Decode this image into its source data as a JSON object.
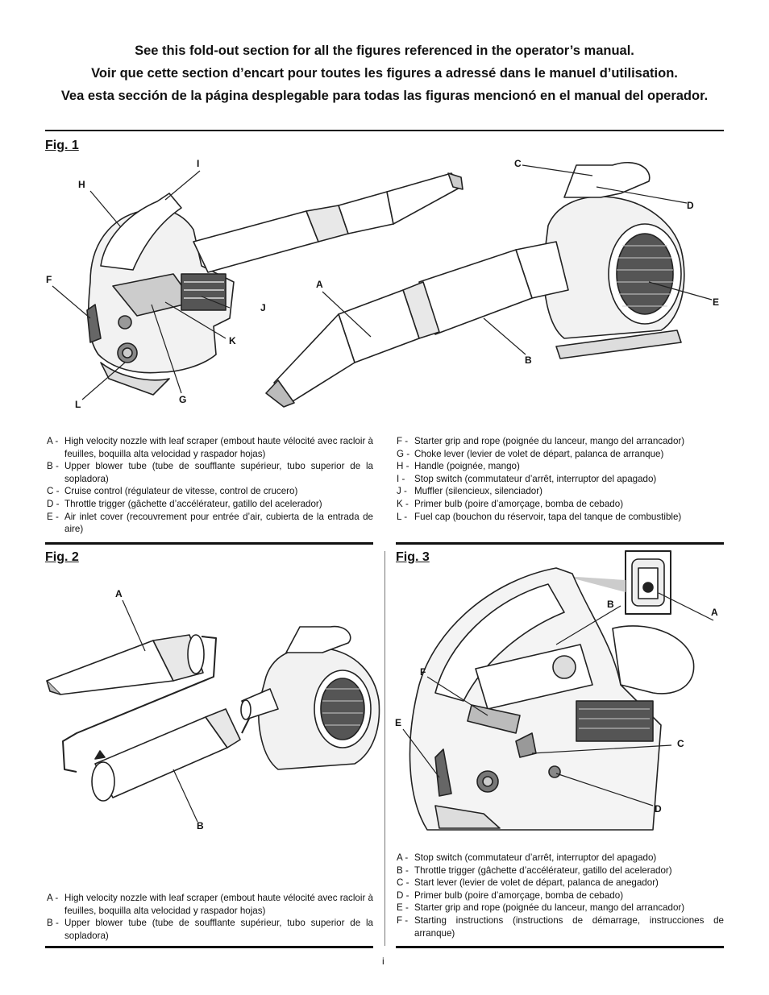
{
  "header": {
    "line_en": "See this fold-out section for all the figures referenced in the operator’s manual.",
    "line_fr": "Voir que cette section d’encart pour toutes les figures a adressé dans le manuel d’utilisation.",
    "line_es": "Vea esta sección de la página desplegable para todas las figuras mencionó en el manual del operador."
  },
  "fig1": {
    "title": "Fig. 1",
    "callouts": [
      "A",
      "B",
      "C",
      "D",
      "E",
      "F",
      "G",
      "H",
      "I",
      "J",
      "K",
      "L"
    ],
    "legend_left": [
      {
        "key": "A -",
        "text": "High velocity nozzle with leaf scraper (embout haute vélocité avec racloir à feuilles, boquilla alta velocidad y raspador hojas)"
      },
      {
        "key": "B -",
        "text": "Upper blower tube (tube de soufflante supérieur, tubo superior de la sopladora)"
      },
      {
        "key": "C -",
        "text": "Cruise control (régulateur de vitesse, control de crucero)"
      },
      {
        "key": "D -",
        "text": "Throttle trigger (gâchette d’accélérateur, gatillo del acelerador)"
      },
      {
        "key": "E -",
        "text": "Air inlet cover (recouvrement pour entrée d’air, cubierta de la entrada de aire)"
      }
    ],
    "legend_right": [
      {
        "key": "F -",
        "text": "Starter grip and rope (poignée du lanceur, mango del arrancador)"
      },
      {
        "key": "G -",
        "text": "Choke lever (levier de volet de départ, palanca de arranque)"
      },
      {
        "key": "H -",
        "text": "Handle (poignée, mango)"
      },
      {
        "key": "I -",
        "text": "Stop switch (commutateur d’arrêt, interruptor del apagado)"
      },
      {
        "key": "J -",
        "text": "Muffler (silencieux, silenciador)"
      },
      {
        "key": "K -",
        "text": "Primer bulb (poire d’amorçage, bomba de cebado)"
      },
      {
        "key": "L -",
        "text": "Fuel cap (bouchon du réservoir, tapa del tanque de combustible)"
      }
    ]
  },
  "fig2": {
    "title": "Fig. 2",
    "callouts": [
      "A",
      "B"
    ],
    "legend": [
      {
        "key": "A -",
        "text": "High velocity nozzle with leaf scraper (embout haute vélocité avec racloir à feuilles, boquilla alta velocidad y raspador hojas)"
      },
      {
        "key": "B -",
        "text": "Upper blower tube (tube de soufflante supérieur, tubo superior de la sopladora)"
      }
    ]
  },
  "fig3": {
    "title": "Fig. 3",
    "callouts": [
      "A",
      "B",
      "C",
      "D",
      "E",
      "F"
    ],
    "legend": [
      {
        "key": "A -",
        "text": "Stop switch (commutateur d’arrêt, interruptor del apagado)"
      },
      {
        "key": "B -",
        "text": "Throttle trigger (gâchette d’accélérateur, gatillo del acelerador)"
      },
      {
        "key": "C -",
        "text": "Start lever (levier de volet de départ, palanca de anegador)"
      },
      {
        "key": "D -",
        "text": "Primer bulb (poire d’amorçage, bomba de cebado)"
      },
      {
        "key": "E -",
        "text": "Starter grip and rope (poignée du lanceur, mango del arrancador)"
      },
      {
        "key": "F -",
        "text": "Starting instructions (instructions de démarrage, instrucciones de arranque)"
      }
    ]
  },
  "page_number": "i"
}
